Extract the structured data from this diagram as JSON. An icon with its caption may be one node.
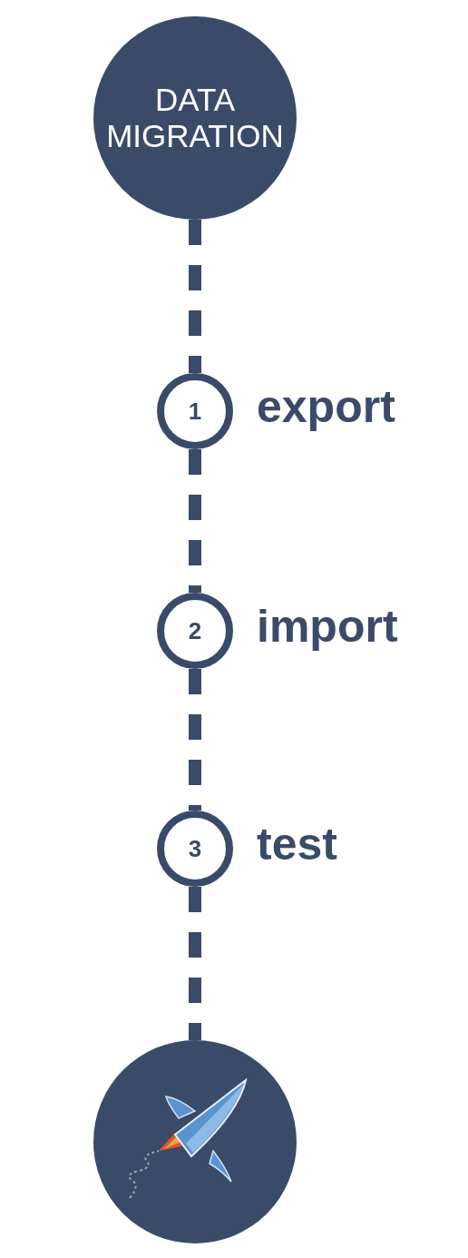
{
  "diagram": {
    "nodes": [
      {
        "text": [
          "DATA MIGRATION"
        ]
      },
      {
        "text": [
          "1"
        ],
        "beside": [
          "export"
        ]
      },
      {
        "text": [
          "2"
        ],
        "beside": [
          "import"
        ]
      },
      {
        "text": [
          "3"
        ],
        "beside": [
          "test"
        ]
      },
      {
        "text": [],
        "shape": "circle"
      }
    ],
    "edges": [
      {
        "from": 0,
        "to": 1,
        "arrow": "none",
        "style": "dashed"
      },
      {
        "from": 1,
        "to": 2,
        "arrow": "none",
        "style": "dashed"
      },
      {
        "from": 2,
        "to": 3,
        "arrow": "none",
        "style": "dashed"
      },
      {
        "from": 3,
        "to": 4,
        "arrow": "none",
        "style": "dashed"
      }
    ]
  }
}
